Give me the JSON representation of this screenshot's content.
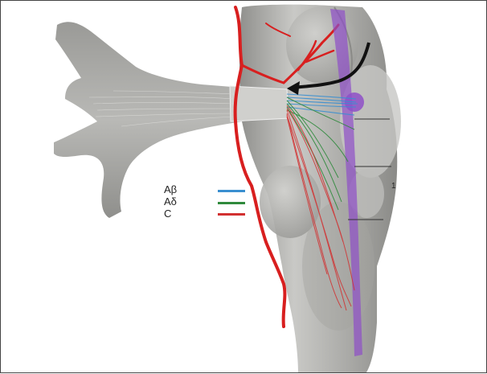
{
  "figure": {
    "legend": [
      {
        "label": "Aβ",
        "color": "#3a8fd0"
      },
      {
        "label": "Aδ",
        "color": "#2f8a3c"
      },
      {
        "label": "C",
        "color": "#d23030"
      }
    ],
    "side_marker": "1",
    "colors": {
      "nerve_gray": "#a9a9a6",
      "brainstem_gray": "#b4b4b2",
      "artery_red": "#d81f1f",
      "nucleus_purple": "#8e4fc8",
      "arrow_black": "#111111"
    }
  }
}
